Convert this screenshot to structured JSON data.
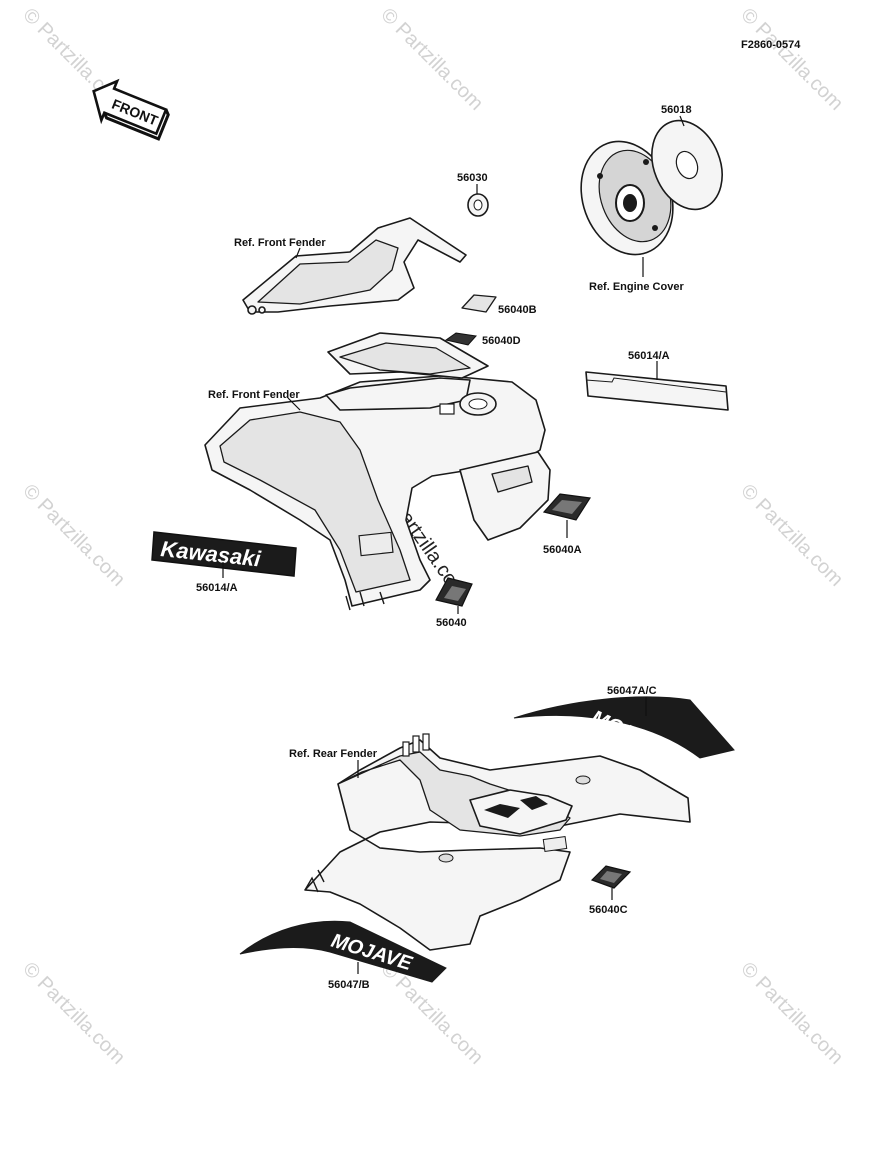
{
  "diagram_code": "F2860-0574",
  "front_badge": "FRONT",
  "watermark": "© Partzilla.com",
  "labels": {
    "p56018": "56018",
    "p56030": "56030",
    "ref_front_fender_1": "Ref. Front Fender",
    "ref_engine_cover": "Ref. Engine Cover",
    "p56040B": "56040B",
    "p56040D": "56040D",
    "p56014A_top": "56014/A",
    "ref_front_fender_2": "Ref. Front Fender",
    "kawasaki_logo": "Kawasaki",
    "p56014A_logo": "56014/A",
    "p56040A": "56040A",
    "p56040": "56040",
    "p56047AC": "56047A/C",
    "ref_rear_fender": "Ref. Rear Fender",
    "p56040C": "56040C",
    "p56047B": "56047/B"
  },
  "decals": {
    "mojave_top": "MOJAVE",
    "mojave_bottom": "MOJAVE"
  }
}
